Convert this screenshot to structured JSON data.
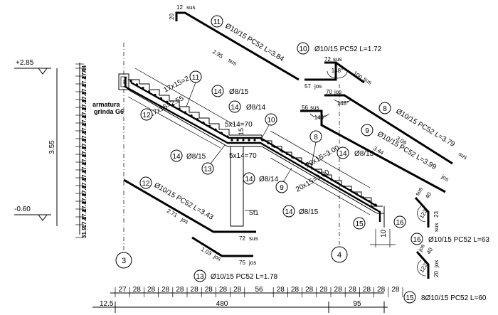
{
  "levels": {
    "top": "+2.85",
    "bottom": "-0.60"
  },
  "height_total": "3.55",
  "rise_steps": [
    "7.4",
    "17.4",
    "17.4",
    "17.4",
    "17.4",
    "17.4",
    "17.4",
    "17.4",
    "17.4",
    "17.4",
    "17.4",
    "17.4",
    "17.4",
    "17.4",
    "17.4",
    "17.4",
    "17.4",
    "17.4",
    "17.4",
    "17.4",
    "17.4",
    "31.9"
  ],
  "beam_label": {
    "line1": "armatura",
    "line2": "grinda G6"
  },
  "axes": {
    "a3": "3",
    "a4": "4"
  },
  "flights": {
    "upper_top": "17x15=2.55",
    "upper_bottom": "17x15=2.55",
    "landing_top": "5x14=70",
    "landing_bottom": "5x14=70",
    "lower_top": "20x15=3.00",
    "lower_bottom": "20x15=3.00",
    "landing_mark": "15"
  },
  "column_label": "St1",
  "dim_10": "10",
  "bars": [
    {
      "num": "11",
      "spec": "Ø10/15 PC52 L=3.84",
      "len": "2.95",
      "side": "sus",
      "hook": "12",
      "hook_side": "sus",
      "hook_h": "20"
    },
    {
      "num": "10",
      "spec": "Ø10/15 PC52 L=1.72",
      "seg_top": "72",
      "seg_top_side": "sus",
      "seg_bot": "57",
      "seg_bot_side": "jos",
      "seg_right": "100",
      "seg_right_side": "sus",
      "angle": "148°"
    },
    {
      "num": "8",
      "spec": "Ø10/15 PC52 L=3.79",
      "side": "sus",
      "len": "3.09",
      "seg_top": "70",
      "seg_top_side": "jos",
      "angle": "148°"
    },
    {
      "num": "9",
      "spec": "Ø10/15 PC52 L=3.99",
      "side": "jos",
      "len": "3.44",
      "seg_top": "56",
      "seg_top_side": "sus",
      "angle": "149°"
    },
    {
      "num": "12",
      "spec": "Ø10/15 PC52 L=3.43",
      "len": "2.71",
      "side": "jos",
      "seg_end": "72",
      "seg_end_side": "sus"
    },
    {
      "num": "13",
      "spec": "Ø10/15 PC52 L=1.78",
      "len": "1.03",
      "side": "jos",
      "seg_end": "75",
      "seg_end_side": "jos"
    },
    {
      "num": "16",
      "spec": "Ø10/15 PC52 L=63",
      "seg_a": "40",
      "seg_a_side": "sus",
      "seg_b": "23",
      "seg_b_side": "sus",
      "angle": "122°"
    },
    {
      "num": "15",
      "spec": "8Ø10/15 PC52 L=60",
      "seg_a": "40",
      "seg_a_side": "jos",
      "seg_b": "20",
      "seg_b_side": "jos",
      "angle": "122°"
    }
  ],
  "stirrup_tags": [
    {
      "num": "14",
      "label": "Ø8/15"
    },
    {
      "num": "14",
      "label": "Ø8/14"
    },
    {
      "num": "14",
      "label": "Ø8/15"
    },
    {
      "num": "14",
      "label": "Ø8/15"
    },
    {
      "num": "14",
      "label": "Ø8/14"
    },
    {
      "num": "14",
      "label": "Ø8/15"
    }
  ],
  "dims_bottom": {
    "row1": [
      "27",
      "28",
      "28",
      "28",
      "28",
      "28",
      "28",
      "28",
      "28",
      "56",
      "28",
      "28",
      "28",
      "28",
      "28",
      "28",
      "28",
      "28",
      "28"
    ],
    "row2": [
      "12.5",
      "480",
      "95"
    ]
  }
}
